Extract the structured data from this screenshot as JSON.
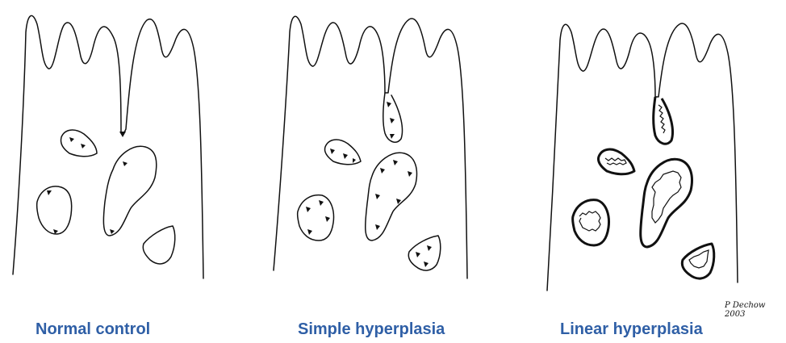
{
  "panels": [
    {
      "caption": "Normal control"
    },
    {
      "caption": "Simple hyperplasia"
    },
    {
      "caption": "Linear hyperplasia"
    }
  ],
  "signature": "P Dechow 2003",
  "colors": {
    "caption": "#2f5fa6",
    "line": "#111111"
  }
}
